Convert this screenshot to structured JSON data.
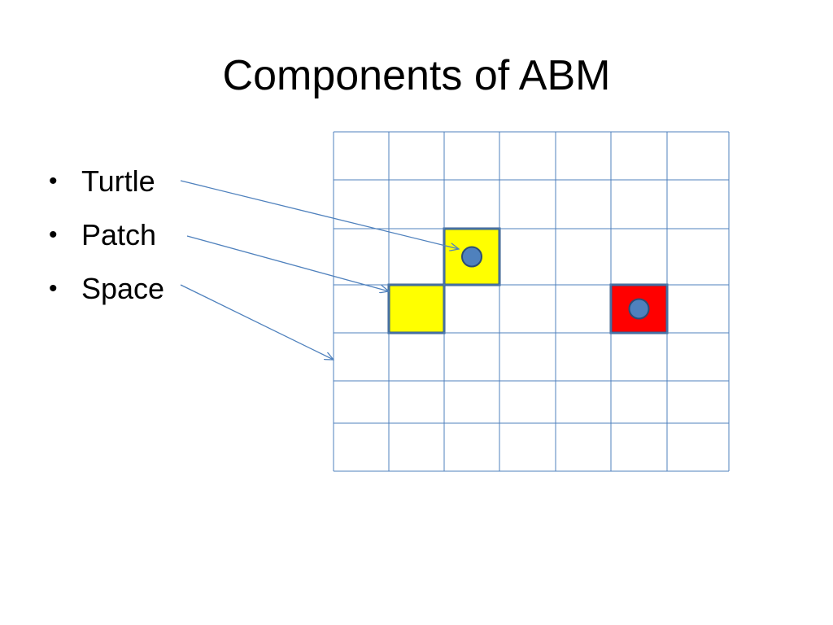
{
  "slide": {
    "title": "Components of ABM"
  },
  "bullets": [
    {
      "label": "Turtle"
    },
    {
      "label": "Patch"
    },
    {
      "label": "Space"
    }
  ],
  "bullet_glyph": "•",
  "colors": {
    "grid_line": "#4f81bd",
    "patch_yellow": "#ffff00",
    "patch_red": "#ff0000",
    "patch_border": "#385d8a",
    "turtle_fill": "#4f81bd",
    "turtle_stroke": "#2c4d75",
    "arrow": "#4f81bd"
  },
  "grid": {
    "columns": 7,
    "rows": 7
  },
  "patches": [
    {
      "name": "yellow-patch-with-turtle",
      "col": 2,
      "row": 2,
      "color": "#ffff00"
    },
    {
      "name": "yellow-patch",
      "col": 1,
      "row": 3,
      "color": "#ffff00"
    },
    {
      "name": "red-patch-with-turtle",
      "col": 5,
      "row": 3,
      "color": "#ff0000"
    }
  ],
  "turtles": [
    {
      "col": 2,
      "row": 2
    },
    {
      "col": 5,
      "row": 3
    }
  ]
}
